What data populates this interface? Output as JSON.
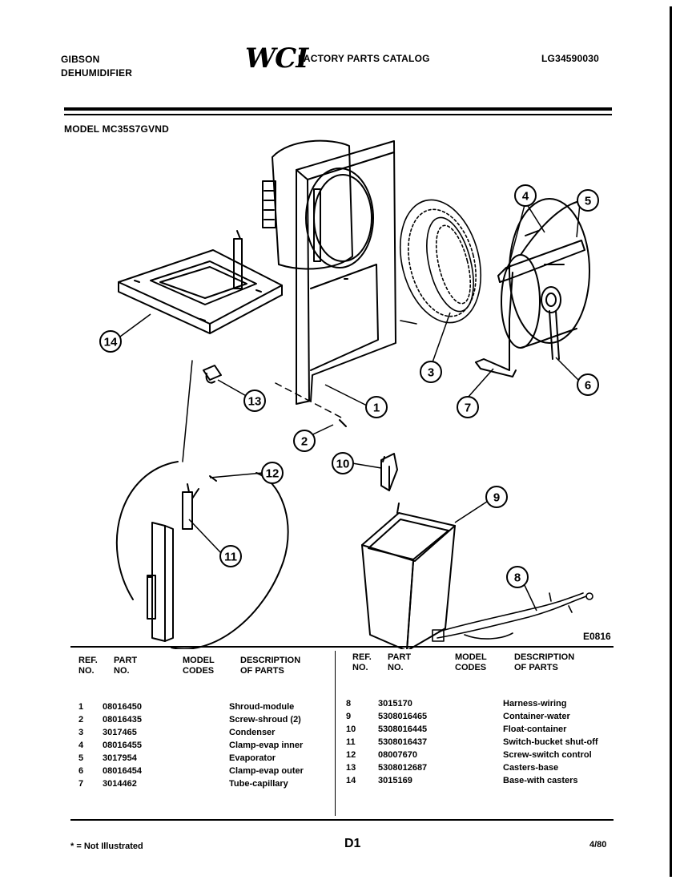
{
  "header": {
    "brand": "GIBSON",
    "product": "DEHUMIDIFIER",
    "logo": "WCI",
    "catalog_title": "FACTORY PARTS CATALOG",
    "catalog_number": "LG34590030",
    "model": "MODEL MC35S7GVND"
  },
  "diagram": {
    "callouts": {
      "1": "1",
      "2": "2",
      "3": "3",
      "4": "4",
      "5": "5",
      "6": "6",
      "7": "7",
      "8": "8",
      "9": "9",
      "10": "10",
      "11": "11",
      "12": "12",
      "13": "13",
      "14": "14"
    },
    "code": "E0816"
  },
  "table": {
    "headers": [
      [
        "REF.",
        "NO."
      ],
      [
        "PART",
        "NO."
      ],
      [
        "MODEL",
        "CODES"
      ],
      [
        "DESCRIPTION",
        "OF PARTS"
      ]
    ],
    "left_rows": [
      {
        "ref": "1",
        "part": "08016450",
        "desc": "Shroud-module"
      },
      {
        "ref": "2",
        "part": "08016435",
        "desc": "Screw-shroud (2)"
      },
      {
        "ref": "3",
        "part": "3017465",
        "desc": "Condenser"
      },
      {
        "ref": "4",
        "part": "08016455",
        "desc": "Clamp-evap inner"
      },
      {
        "ref": "5",
        "part": "3017954",
        "desc": "Evaporator"
      },
      {
        "ref": "6",
        "part": "08016454",
        "desc": "Clamp-evap outer"
      },
      {
        "ref": "7",
        "part": "3014462",
        "desc": "Tube-capillary"
      }
    ],
    "right_rows": [
      {
        "ref": "8",
        "part": "3015170",
        "desc": "Harness-wiring"
      },
      {
        "ref": "9",
        "part": "5308016465",
        "desc": "Container-water"
      },
      {
        "ref": "10",
        "part": "5308016445",
        "desc": "Float-container"
      },
      {
        "ref": "11",
        "part": "5308016437",
        "desc": "Switch-bucket shut-off"
      },
      {
        "ref": "12",
        "part": "08007670",
        "desc": "Screw-switch control"
      },
      {
        "ref": "13",
        "part": "5308012687",
        "desc": "Casters-base"
      },
      {
        "ref": "14",
        "part": "3015169",
        "desc": "Base-with casters"
      }
    ]
  },
  "footer": {
    "note": "* = Not Illustrated",
    "page": "D1",
    "date": "4/80"
  }
}
